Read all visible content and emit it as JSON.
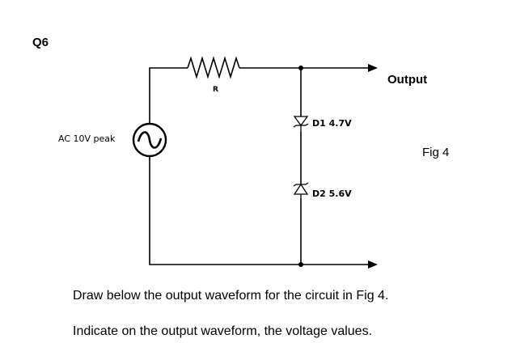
{
  "question": "Q6",
  "components": {
    "source_label": "AC 10V peak",
    "resistor_label": "R",
    "output_label": "Output",
    "d1_label": "D1  4.7V",
    "d2_label": "D2  5.6V"
  },
  "figure_label": "Fig 4",
  "instructions": [
    "Draw below the output waveform for the circuit in Fig 4.",
    "Indicate on the output waveform, the voltage values."
  ],
  "icons": [
    "ac-source-icon",
    "resistor-icon",
    "zener-diode-icon",
    "output-arrow-icon",
    "junction-dot-icon"
  ]
}
